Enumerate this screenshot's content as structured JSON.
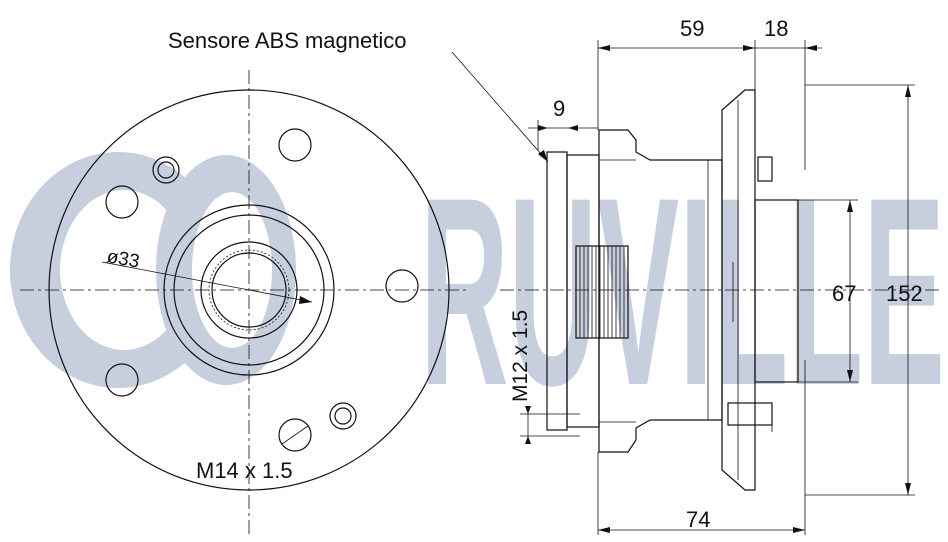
{
  "watermark": "RUVILLE",
  "labels": {
    "abs_sensor": "Sensore ABS magnetico",
    "bore": "ø33",
    "stud_thread": "M14 x 1.5",
    "bolt_thread": "M12 x 1.5"
  },
  "dimensions": {
    "d59": "59",
    "d18": "18",
    "d9": "9",
    "d67": "67",
    "d152": "152",
    "d74": "74"
  },
  "colors": {
    "lines": "#111111",
    "watermark": "#c7cedd",
    "background": "#ffffff"
  }
}
